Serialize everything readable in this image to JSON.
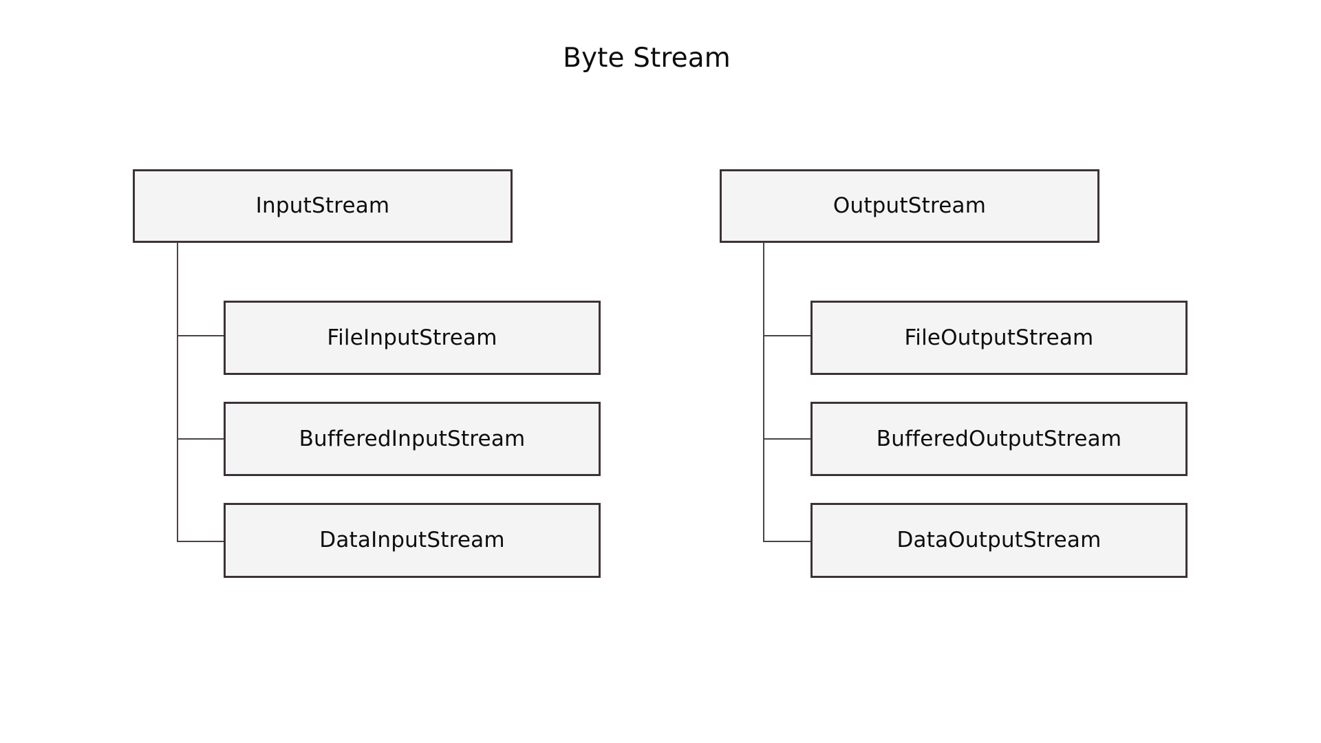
{
  "diagram": {
    "title": "Byte Stream",
    "type": "class-hierarchy-tree",
    "background_color": "#ffffff",
    "node_fill_color": "#f4f4f4",
    "node_border_color": "#3d3139",
    "connector_color": "#4a4248",
    "text_color": "#0d0d0d",
    "trees": [
      {
        "id": "input-stream-tree",
        "root": {
          "label": "InputStream"
        },
        "children": [
          {
            "label": "FileInputStream"
          },
          {
            "label": "BufferedInputStream"
          },
          {
            "label": "DataInputStream"
          }
        ]
      },
      {
        "id": "output-stream-tree",
        "root": {
          "label": "OutputStream"
        },
        "children": [
          {
            "label": "FileOutputStream"
          },
          {
            "label": "BufferedOutputStream"
          },
          {
            "label": "DataOutputStream"
          }
        ]
      }
    ]
  }
}
